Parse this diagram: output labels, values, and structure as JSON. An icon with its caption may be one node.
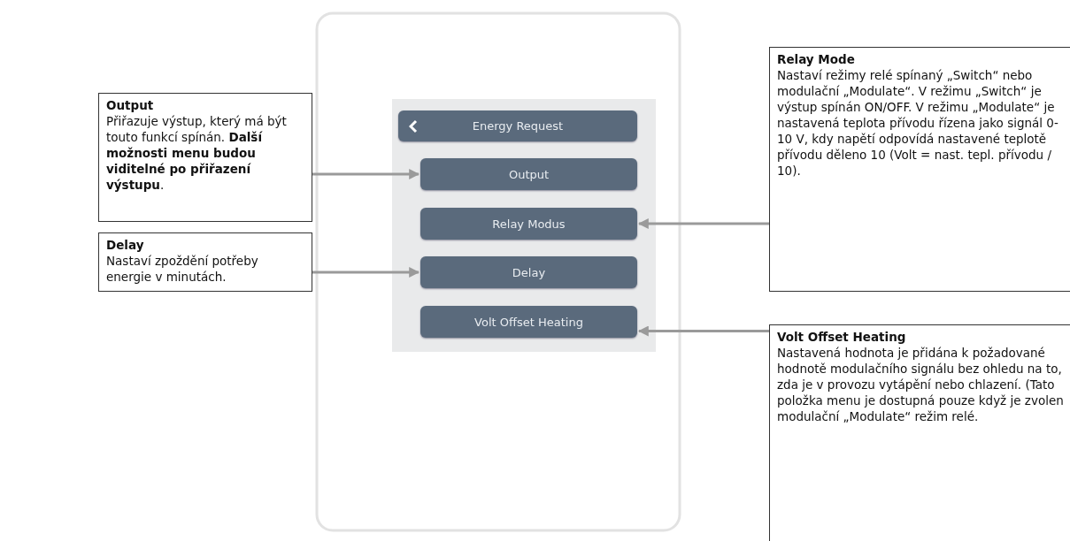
{
  "diagram": {
    "nodes": [
      {
        "text": [
          "Output",
          "Přiřazuje výstup, který má být touto funkcí spínán. **Další možnosti menu budou viditelné po přiřazení výstupu**."
        ]
      },
      {
        "text": [
          "Delay",
          "Nastaví zpoždění potřeby energie v minutách."
        ]
      },
      {
        "text": [
          "Energy Request"
        ]
      },
      {
        "text": [
          "Output"
        ]
      },
      {
        "text": [
          "Relay Modus"
        ]
      },
      {
        "text": [
          "Delay"
        ]
      },
      {
        "text": [
          "Volt Offset Heating"
        ]
      },
      {
        "text": [
          "Relay Mode",
          "Nastaví režimy relé spínaný „Switch“ nebo modulační „Modulate“. V režimu „Switch“ je výstup spínán ON/OFF. V režimu „Modulate“ je nastavená teplota přívodu řízena jako signál 0-10 V, kdy napětí odpovídá nastavené teplotě přívodu děleno 10 (Volt = nast. tepl. přívodu / 10)."
        ]
      },
      {
        "text": [
          "Volt Offset Heating",
          "Nastavená hodnota je přidána k požadované hodnotě modulačního signálu bez ohledu na to, zda je v provozu vytápění nebo chlazení. (Tato položka menu je dostupná pouze když je zvolen modulační „Modulate“ režim relé."
        ]
      }
    ],
    "edges": [
      {
        "from": 0,
        "to": 3,
        "arrow": "to"
      },
      {
        "from": 1,
        "to": 5,
        "arrow": "to"
      },
      {
        "from": 7,
        "to": 4,
        "arrow": "to"
      },
      {
        "from": 8,
        "to": 6,
        "arrow": "to"
      }
    ]
  }
}
